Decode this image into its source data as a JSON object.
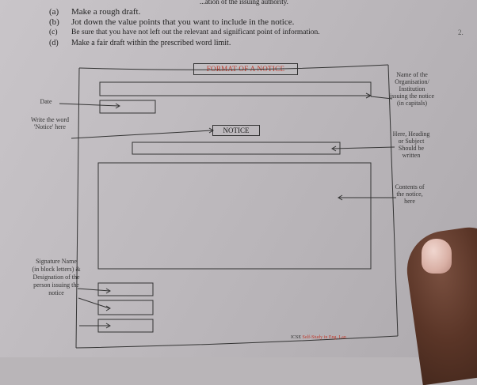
{
  "instructions": {
    "top_fragment": "...ation of the issuing authority.",
    "items": [
      {
        "marker": "(a)",
        "text": "Make a rough draft."
      },
      {
        "marker": "(b)",
        "text": "Jot down the value points that you want to include in the notice."
      },
      {
        "marker": "(c)",
        "text": "Be sure that you have not left out the relevant and significant point of information."
      },
      {
        "marker": "(d)",
        "text": "Make a fair draft within the prescribed word limit."
      }
    ]
  },
  "page_number": "2.",
  "format_title": "FORMAT OF A NOTICE",
  "labels": {
    "date": "Date",
    "write_notice": "Write the word 'Notice' here",
    "org_name": "Name of the Organisation/ Institution issuing the notice (in capitals)",
    "heading": "Here, Heading or Subject Should be written",
    "contents": "Contents of the notice, here",
    "signature": "Signature Name (in block letters) & Designation of the person issuing the notice"
  },
  "notice_word": "NOTICE",
  "footer": {
    "prefix": "ICSE",
    "text": "Self-Study in Eng. Lan"
  },
  "colors": {
    "title": "#c0392b",
    "ink": "#333333"
  }
}
